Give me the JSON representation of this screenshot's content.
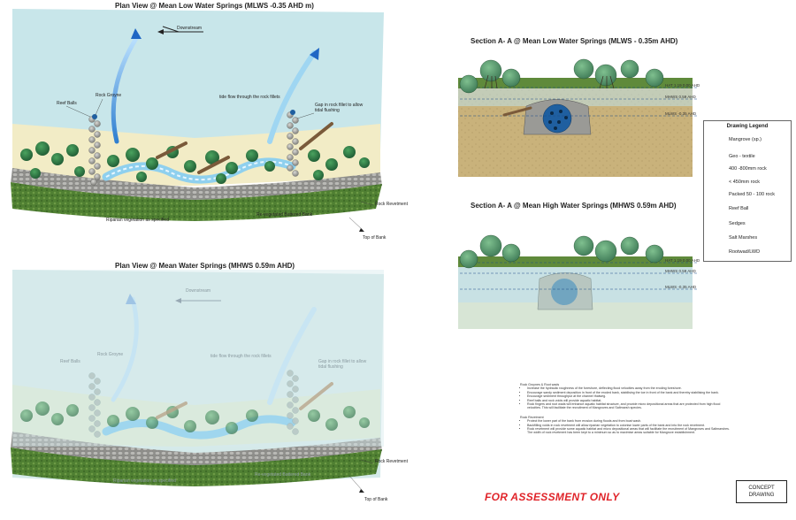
{
  "plan_low": {
    "title": "Plan View @ Mean Low Water Springs (MLWS -0.35 AHD m)",
    "downstream": "Downstream",
    "labels": {
      "reef_balls": "Reef Balls",
      "rock_groyne": "Rock Groyne",
      "tide_flow": "tide flow through the rock fillets",
      "gap": "Gap in rock fillet to allow tidal flushing",
      "rock_revetment": "Rock Revetment",
      "riparian": "Riparian vegetation as specified",
      "revegetated": "Re-vegetated Battered Bank",
      "top_of_bank": "Top of Bank"
    }
  },
  "plan_mean": {
    "title": "Plan View @ Mean Water Springs  (MHWS 0.59m AHD)",
    "downstream": "Downstream",
    "labels": {
      "reef_balls": "Reef Balls",
      "rock_groyne": "Rock Groyne",
      "tide_flow": "tide flow through the rock fillets",
      "gap": "Gap in rock fillet to allow tidal flushing",
      "rock_revetment": "Rock Revetment",
      "riparian": "Riparian vegetation as specified",
      "revegetated": "Re-vegetated Battered Bank",
      "top_of_bank": "Top of Bank"
    }
  },
  "section_low": {
    "title": "Section A- A  @ Mean Low Water Springs (MLWS - 0.35m AHD)",
    "levels": [
      "HAT 1.19  0.00 AHD",
      "MHWS 0.59 AHD",
      "MLWS -0.35 AHD"
    ]
  },
  "section_high": {
    "title": "Section A- A @ Mean High Water Springs (MHWS 0.59m AHD)",
    "levels": [
      "HAT 1.19  0.00 AHD",
      "MHWS 0.59 AHD",
      "MLWS -0.35 AHD"
    ]
  },
  "legend": {
    "title": "Drawing Legend",
    "items": [
      {
        "label": "Mangrove (sp.)",
        "icon": "mangrove-icon"
      },
      {
        "label": "Geo - textile",
        "icon": "geotextile-icon"
      },
      {
        "label": "400 -800mm rock",
        "icon": "large-rock-icon"
      },
      {
        "label": "< 450mm rock",
        "icon": "small-rock-icon"
      },
      {
        "label": "Packed 50 - 100 rock",
        "icon": "packed-rock-icon"
      },
      {
        "label": "Reef Ball",
        "icon": "reef-ball-icon"
      },
      {
        "label": "Sedges",
        "icon": "sedges-icon"
      },
      {
        "label": "Salt Marshes",
        "icon": "salt-marsh-icon"
      },
      {
        "label": "Rootwad/LWD",
        "icon": "rootwad-icon"
      }
    ]
  },
  "notes": {
    "groynes_heading": "Rock Groynes & Root wads",
    "groynes": [
      "Increase the hydraulic roughness of the foreshore, deflecting flood velocities away from the eroding foreshore.",
      "Encourage sandy sediment deposition in front of the eroded bank, stabilising the toe in front of the bank and thereby stabilising the bank.",
      "Encourage sediment throughput at the channel thalweg.",
      "Reef balls and rock voids will provide aquatic habitat.",
      "Rock fingers and root wads will enhance aquatic habitat structure, and provide micro depositional areas that are protected from high flood velocities. This will facilitate the recruitment of Mangroves and Saltmarsh species."
    ],
    "revetment_heading": "Rock Revetment",
    "revetment": [
      "Protect the lower part of the bank from erosion during floods and from boat wash.",
      "Backfilling voids in rock revetment will allow riparian vegetation to colonise lower parts of the bank and into the rock revetment.",
      "Rock revetment will provide some aquatic habitat and micro depositional areas that will facilitate the recruitment of Mangroves and Saltmarshes. The width of rock revetment has been kept to a minimum so as to maximise areas suitable for Mangrove establishment."
    ]
  },
  "stamp": "FOR ASSESSMENT ONLY",
  "concept_box": "CONCEPT DRAWING",
  "colors": {
    "water": "#c8e6ea",
    "sand": "#f2ecc6",
    "grass": "#5b8a3a",
    "mangrove": "#2f7a46",
    "rock": "#9a9a96",
    "reef_ball": "#1f5fa0",
    "stamp": "#e0242a"
  }
}
